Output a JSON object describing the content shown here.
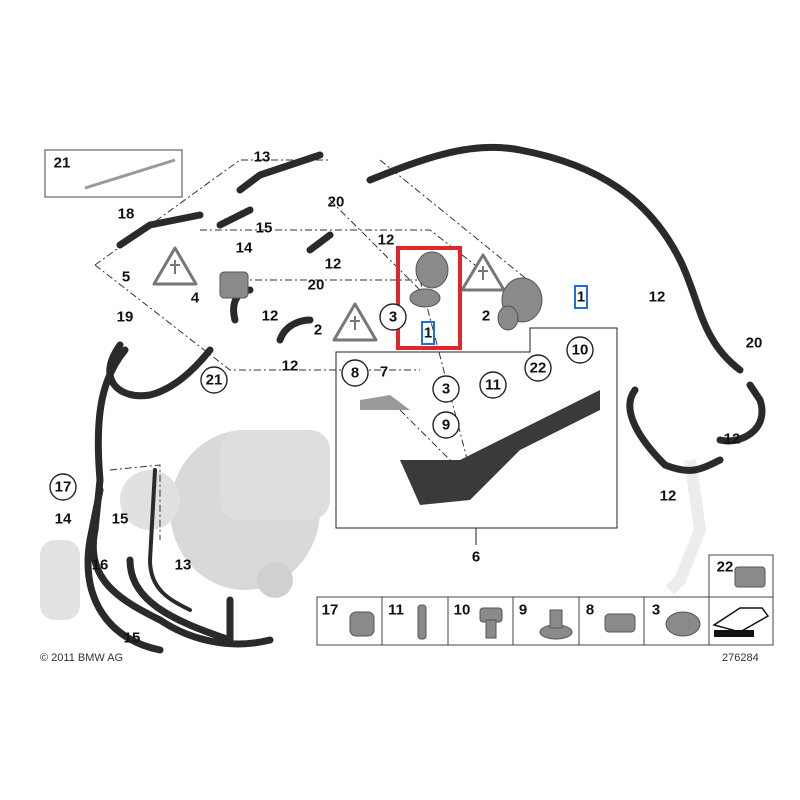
{
  "diagram": {
    "copyright": "© 2011 BMW AG",
    "diagram_number": "276284",
    "highlight_color": "#e0252b",
    "callout_highlight_color": "#1e6fd9",
    "callouts": {
      "c21_box": "21",
      "c13_top": "13",
      "c18": "18",
      "c15_top": "15",
      "c14_top": "14",
      "c20_a": "20",
      "c12_a": "12",
      "c12_b": "12",
      "c5": "5",
      "c4": "4",
      "c20_b": "20",
      "c12_c": "12",
      "c2_a": "2",
      "c3_a": "3",
      "c1_highlight": "1",
      "c2_b": "2",
      "c1_b": "1",
      "c12_d": "12",
      "c12_e": "12",
      "c20_c": "20",
      "c12_f": "12",
      "c12_g": "12",
      "c19": "19",
      "c21_circ": "21",
      "c8": "8",
      "c7": "7",
      "c3_b": "3",
      "c11": "11",
      "c22": "22",
      "c10": "10",
      "c9": "9",
      "c6": "6",
      "c17": "17",
      "c14_b": "14",
      "c15_b": "15",
      "c16": "16",
      "c13_b": "13",
      "c15_c": "15"
    },
    "parts_row": [
      "17",
      "11",
      "10",
      "9",
      "8",
      "3"
    ],
    "parts_box_22": "22"
  }
}
